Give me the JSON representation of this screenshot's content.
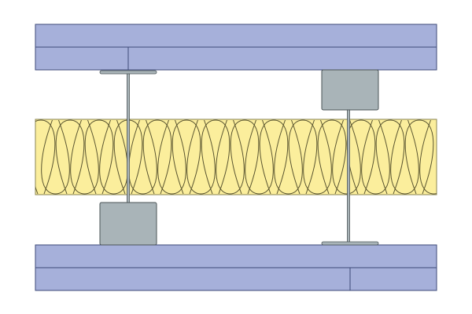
{
  "colors": {
    "board": "#a6b0da",
    "board_edge": "#3d4a78",
    "insulation": "#fbee9c",
    "insulation_line": "#5a5530",
    "steel": "#a9b4b8",
    "steel_edge": "#4a5356"
  },
  "components": [
    "plasterboard-top",
    "plasterboard-bottom",
    "insulation",
    "stud-left",
    "stud-right"
  ]
}
